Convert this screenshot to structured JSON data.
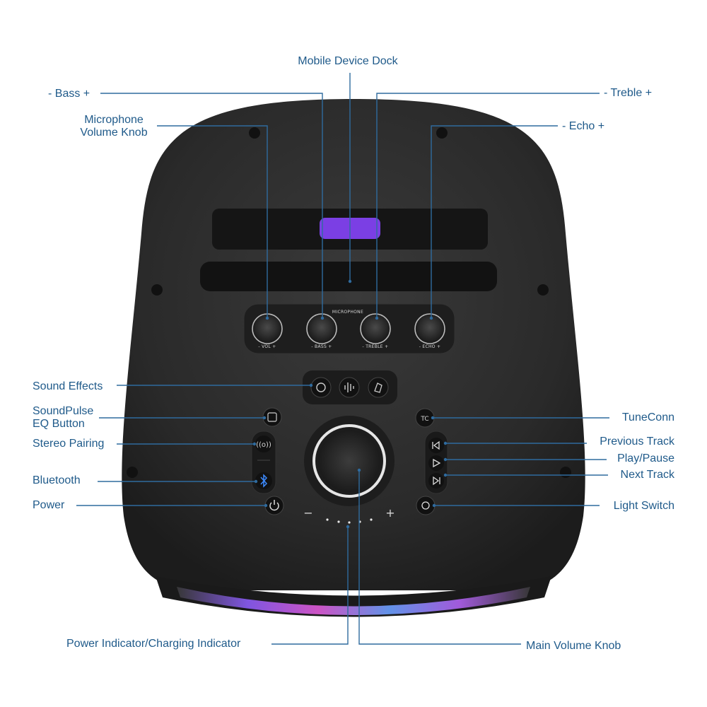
{
  "callouts": {
    "mobile_dock": "Mobile Device Dock",
    "bass": "- Bass +",
    "treble": "- Treble +",
    "mic_volume_line1": "Microphone",
    "mic_volume_line2": "Volume Knob",
    "echo": "- Echo +",
    "sound_effects": "Sound Effects",
    "soundpulse_line1": "SoundPulse",
    "soundpulse_line2": "EQ Button",
    "stereo_pairing": "Stereo Pairing",
    "bluetooth": "Bluetooth",
    "power": "Power",
    "tuneconn": "TuneConn",
    "previous_track": "Previous Track",
    "play_pause": "Play/Pause",
    "next_track": "Next Track",
    "light_switch": "Light Switch",
    "power_indicator": "Power Indicator/Charging Indicator",
    "main_volume": "Main Volume Knob"
  },
  "panel": {
    "microphone_title": "MICROPHONE",
    "knob_labels": [
      "- VOL +",
      "- BASS +",
      "- TREBLE +",
      "- ECHO +"
    ],
    "volume_minus": "−",
    "volume_plus": "+"
  },
  "colors": {
    "callout_text": "#1f5a8a",
    "callout_line": "#2f6b9e",
    "speaker_body": "#2a2a2a",
    "dock_accent": "#7b3fe4",
    "bluetooth_icon": "#3d8bff",
    "light_ring": "#8a5cf6"
  }
}
